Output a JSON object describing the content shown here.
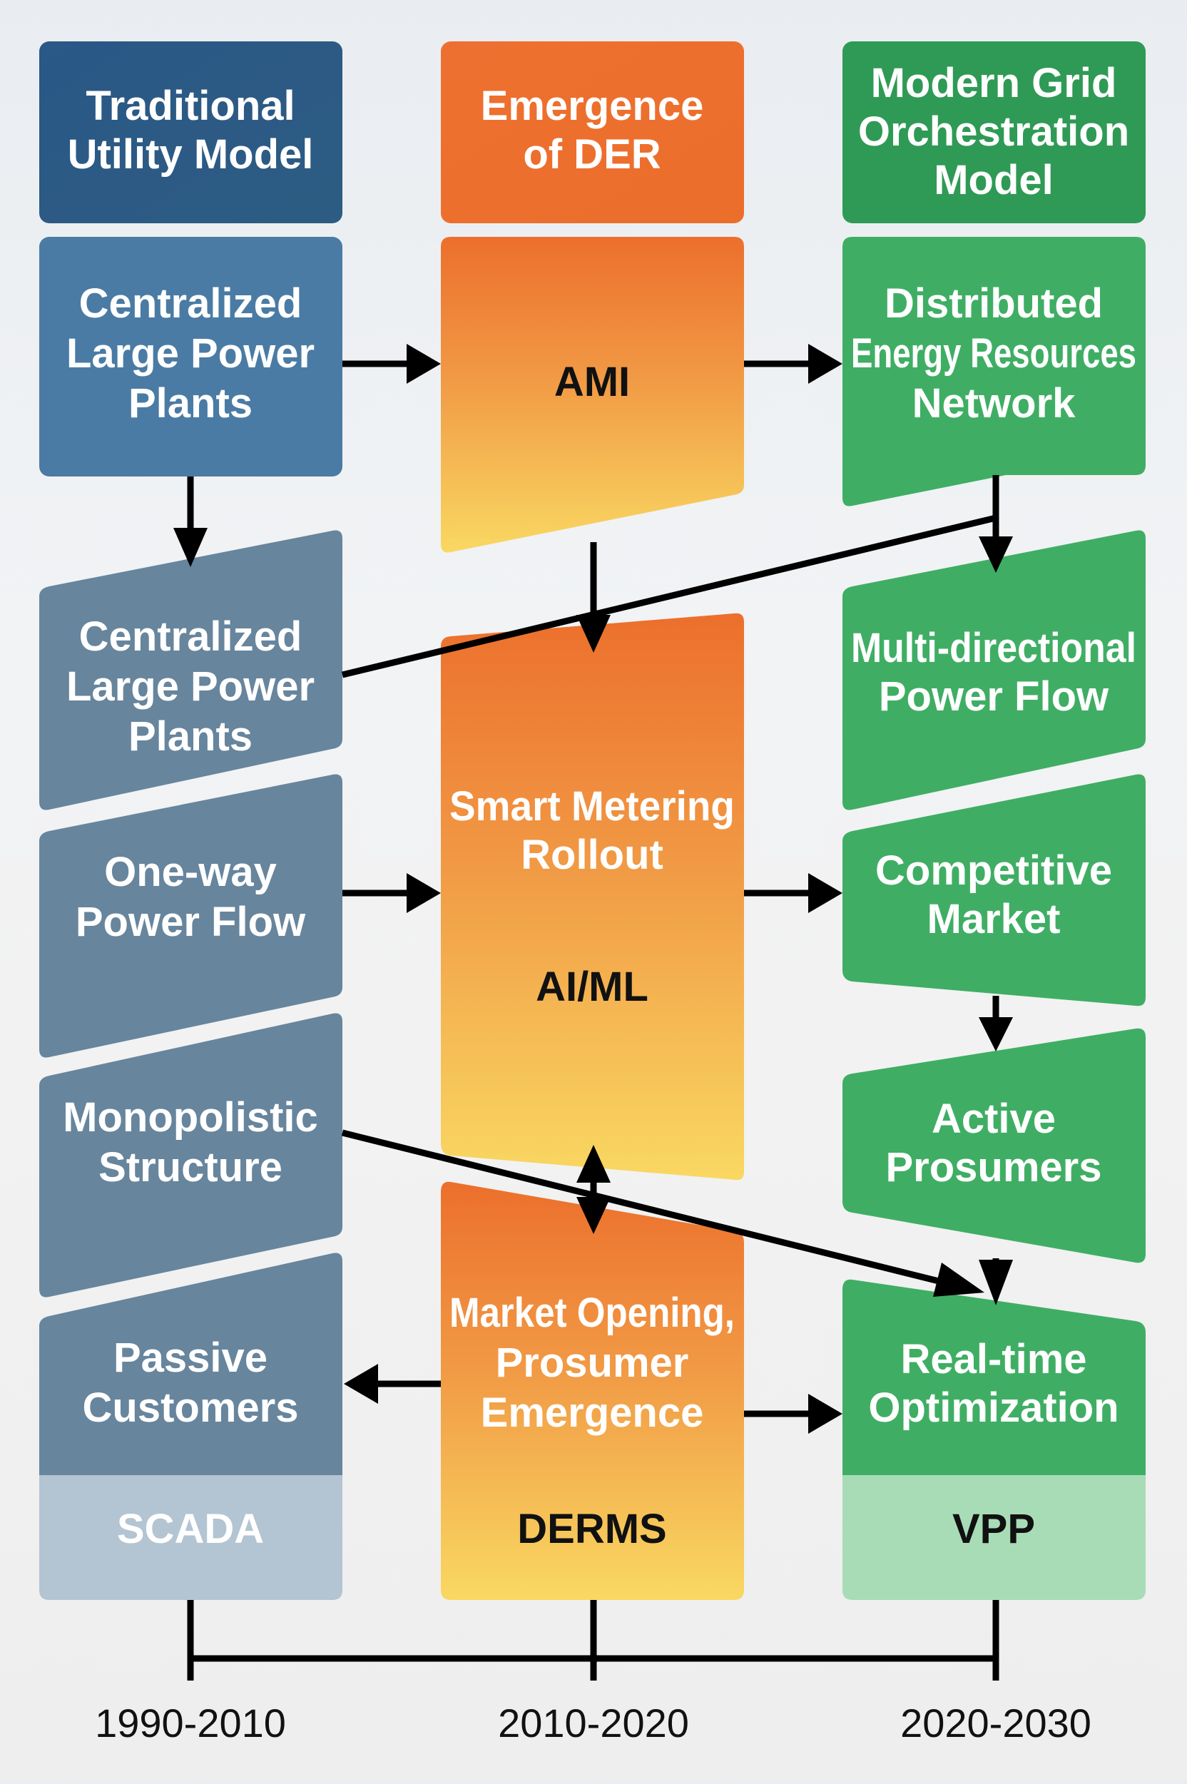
{
  "diagram": {
    "columns": [
      {
        "id": "traditional",
        "header": [
          "Traditional",
          "Utility Model"
        ],
        "color": "#2c5a85",
        "boxes": [
          {
            "lines": [
              "Centralized",
              "Large Power",
              "Plants"
            ]
          },
          {
            "lines": [
              "Centralized",
              "Large Power",
              "Plants"
            ]
          },
          {
            "lines": [
              "One-way",
              "Power Flow"
            ]
          },
          {
            "lines": [
              "Monopolistic",
              "Structure"
            ]
          },
          {
            "lines": [
              "Passive",
              "Customers"
            ]
          }
        ],
        "technology": "SCADA",
        "era": "1990-2010"
      },
      {
        "id": "der",
        "header": [
          "Emergence",
          "of DER"
        ],
        "color": "#ec6f2c",
        "boxes": [
          {
            "lines": [
              "AMI"
            ]
          },
          {
            "lines": [
              "Smart Metering",
              "Rollout"
            ],
            "sub": "AI/ML"
          },
          {
            "lines": [
              "Market Opening,",
              "Prosumer",
              "Emergence"
            ]
          }
        ],
        "technology": "DERMS",
        "era": "2010-2020"
      },
      {
        "id": "modern",
        "header": [
          "Modern Grid",
          "Orchestration",
          "Model"
        ],
        "color": "#2f9a55",
        "boxes": [
          {
            "lines": [
              "Distributed",
              "Energy Resources",
              "Network"
            ]
          },
          {
            "lines": [
              "Multi-directional",
              "Power Flow"
            ]
          },
          {
            "lines": [
              "Competitive",
              "Market"
            ]
          },
          {
            "lines": [
              "Active",
              "Prosumers"
            ]
          },
          {
            "lines": [
              "Real-time",
              "Optimization"
            ]
          }
        ],
        "technology": "VPP",
        "era": "2020-2030"
      }
    ],
    "colors": {
      "blue_header": "#2c5a85",
      "blue_box": "#4a7aa3",
      "slate_box": "#67849c",
      "slate_light": "#b3c3d1",
      "orange_top": "#ec6f2c",
      "yellow_bottom": "#f9d862",
      "green_header": "#2f9a55",
      "green_box": "#3fae64",
      "green_light": "#a8dbb6",
      "arrow": "#000000"
    }
  }
}
